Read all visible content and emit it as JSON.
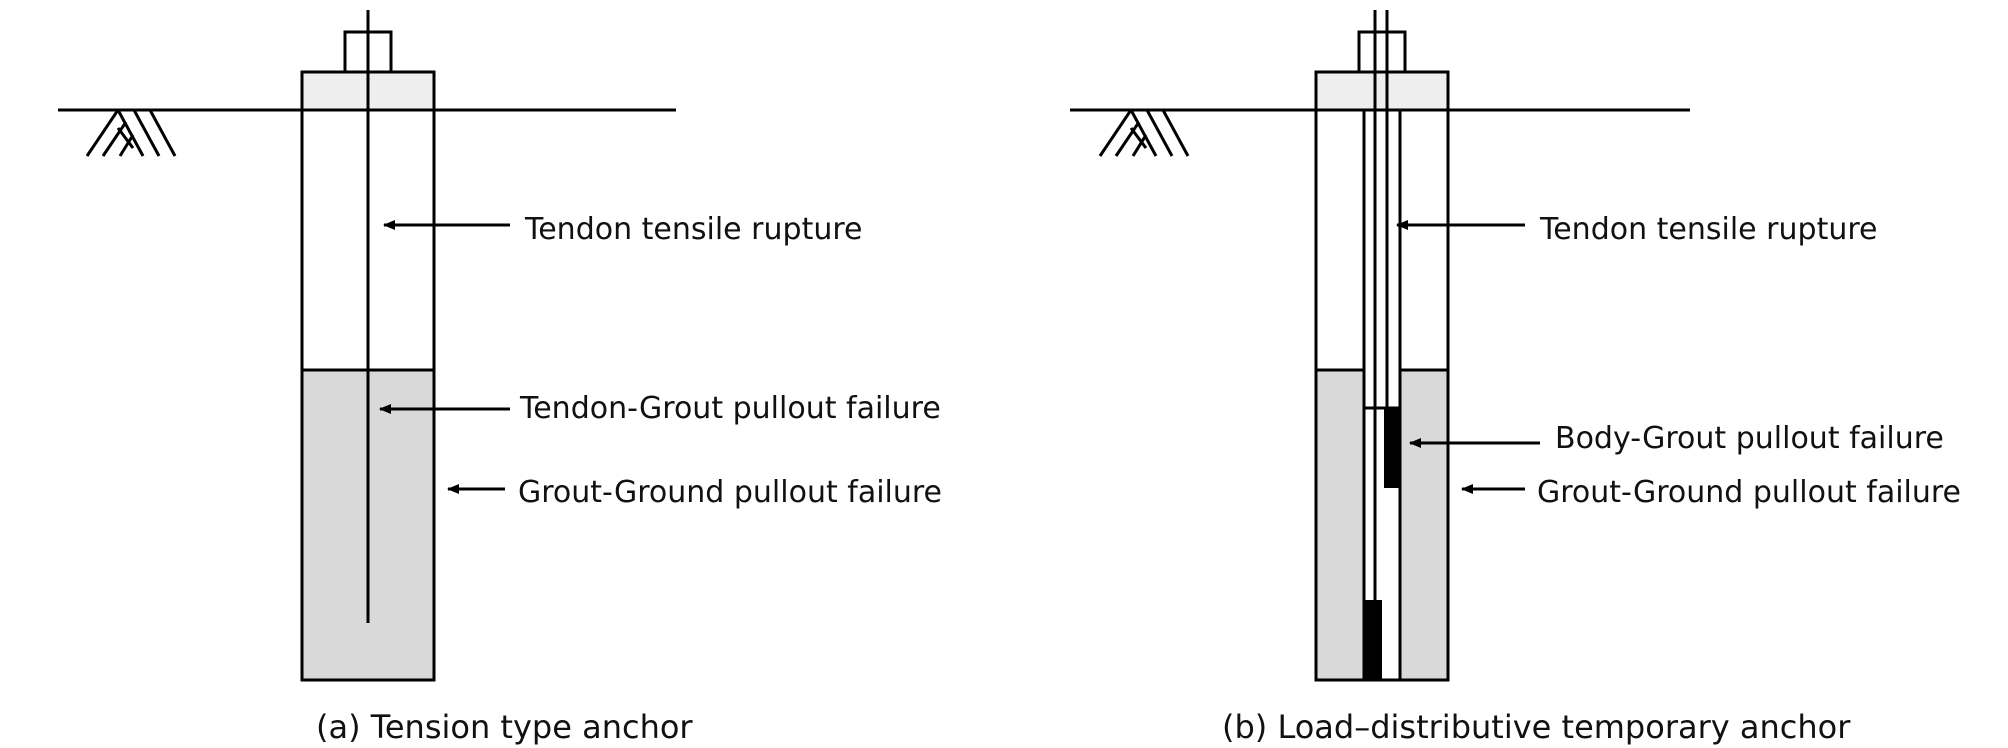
{
  "panels": [
    {
      "caption": "(a) Tension type anchor",
      "labels": {
        "tendon_tensile_rupture": "Tendon tensile rupture",
        "tendon_grout_pullout": "Tendon-Grout pullout failure",
        "grout_ground_pullout": "Grout-Ground pullout failure"
      }
    },
    {
      "caption": "(b) Load–distributive temporary anchor",
      "labels": {
        "tendon_tensile_rupture": "Tendon tensile rupture",
        "body_grout_pullout": "Body-Grout pullout failure",
        "grout_ground_pullout": "Grout-Ground pullout failure"
      }
    }
  ],
  "colors": {
    "grout": "#d9d9d9",
    "head_plate": "#eeeeee",
    "line": "#000000",
    "anchor_body": "#000000"
  }
}
